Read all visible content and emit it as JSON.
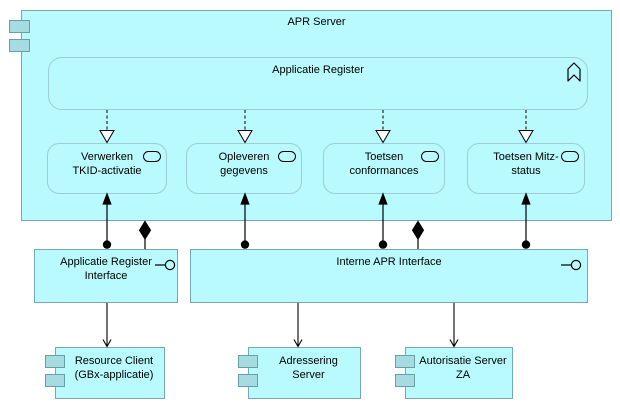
{
  "diagram": {
    "view_type": "archimate-application-diagram",
    "colors": {
      "background": "#ffffff",
      "node_fill": "#b8fafd",
      "node_border": "#76a8b0",
      "rounded_border": "#9ccdd4",
      "icon_fill": "#a6dce1",
      "connector": "#000000"
    },
    "apr_server": {
      "label": "APR Server",
      "icon": "component-icon"
    },
    "applicatie_register": {
      "label": "Applicatie Register",
      "icon": "function-chevron-icon"
    },
    "services": [
      {
        "line1": "Verwerken",
        "line2": "TKID-activatie",
        "icon": "service-oval-icon"
      },
      {
        "line1": "Opleveren",
        "line2": "gegevens",
        "icon": "service-oval-icon"
      },
      {
        "line1": "Toetsen",
        "line2": "conformances",
        "icon": "service-oval-icon"
      },
      {
        "line1": "Toetsen Mitz-",
        "line2": "status",
        "icon": "service-oval-icon"
      }
    ],
    "interfaces": [
      {
        "line1": "Applicatie Register",
        "line2": "Interface",
        "icon": "lollipop-interface-icon"
      },
      {
        "line1": "Interne APR Interface",
        "icon": "lollipop-interface-icon"
      }
    ],
    "components": [
      {
        "line1": "Resource Client",
        "line2": "(GBx-applicatie)",
        "icon": "component-icon"
      },
      {
        "line1": "Adressering",
        "line2": "Server",
        "icon": "component-icon"
      },
      {
        "line1": "Autorisatie Server",
        "line2": "ZA",
        "icon": "component-icon"
      }
    ],
    "relations": {
      "realization": "dashed line, hollow triangle (Applicatie Register to each service)",
      "assignment": "solid line, ball and filled arrow (interfaces to services)",
      "composition": "filled diamond (APR Server to interfaces)",
      "serving": "open arrow (interfaces to components)"
    }
  }
}
